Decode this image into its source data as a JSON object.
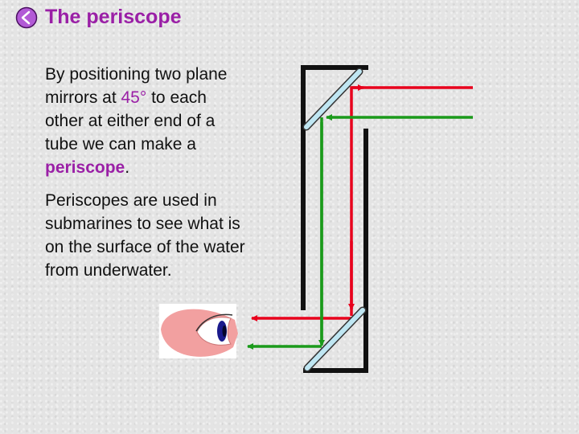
{
  "title": "The periscope",
  "back_button_icon": "back-arrow-icon",
  "paragraph1": {
    "before": "By positioning two plane mirrors at ",
    "angle": "45°",
    "middle": " to each other at either end of a tube we can make a ",
    "term": "periscope",
    "end": "."
  },
  "paragraph2": "Periscopes are used in submarines to see what is on the surface of the water from underwater.",
  "colors": {
    "title": "#9a1fa6",
    "accent": "#9a1fa6",
    "ray_red": "#e8001c",
    "ray_green": "#1a9a1a",
    "tube": "#111111",
    "mirror": "#bfe6f2",
    "eye_skin": "#f2a0a0",
    "iris": "#1a1a8c"
  },
  "diagram": {
    "parts": [
      "periscope-tube",
      "top-mirror",
      "bottom-mirror",
      "red-ray",
      "green-ray",
      "eye"
    ]
  }
}
